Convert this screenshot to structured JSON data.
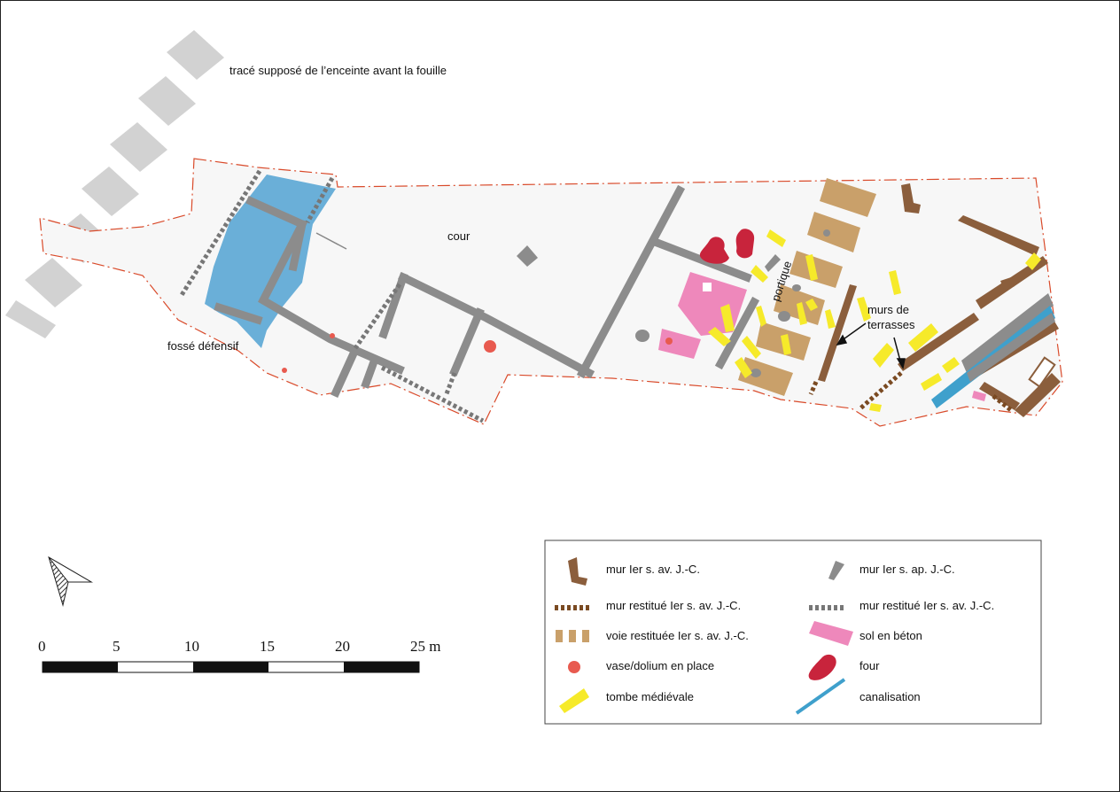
{
  "annotations": {
    "enclosure_trace": "tracé supposé de l’enceinte avant la fouille",
    "court": "cour",
    "ditch": "fossé défensif",
    "portico": "portique",
    "terrace_walls_1": "murs de",
    "terrace_walls_2": "terrasses"
  },
  "legend": {
    "items": [
      {
        "label": "mur Ier s. av. J.-C.",
        "symbol": "wall-1st-bc",
        "color": "#8b5e3c"
      },
      {
        "label": "mur Ier s. ap. J.-C.",
        "symbol": "wall-1st-ad",
        "color": "#8c8c8c"
      },
      {
        "label": "mur restitué Ier s. av. J.-C.",
        "symbol": "restored-wall-brown",
        "color": "#7a4a22"
      },
      {
        "label": "mur restitué Ier s. av. J.-C.",
        "symbol": "restored-wall-grey",
        "color": "#777777"
      },
      {
        "label": "voie restituée Ier s. av. J.-C.",
        "symbol": "restored-road",
        "color": "#c9a06a"
      },
      {
        "label": "sol en béton",
        "symbol": "concrete-floor",
        "color": "#ee88bb"
      },
      {
        "label": "vase/dolium en place",
        "symbol": "vase-dolium",
        "color": "#e85a4f"
      },
      {
        "label": "four",
        "symbol": "oven",
        "color": "#c8243c"
      },
      {
        "label": "tombe médiévale",
        "symbol": "medieval-tomb",
        "color": "#f6ea2a"
      },
      {
        "label": "canalisation",
        "symbol": "pipe",
        "color": "#3fa0cc"
      }
    ]
  },
  "scale_bar": {
    "ticks": [
      "0",
      "5",
      "10",
      "15",
      "20",
      "25 m"
    ]
  },
  "colors": {
    "site_fill": "#f7f7f7",
    "boundary": "#d94a2a",
    "ditch": "#6aafd8",
    "grey_wall": "#8c8c8c",
    "brown_wall": "#8b5e3c",
    "road": "#c9a06a",
    "concrete": "#ee88bb",
    "tomb": "#f6ea2a",
    "oven": "#c8243c",
    "vase": "#e85a4f",
    "pipe": "#3fa0cc",
    "trace_blocks": "#d2d2d2"
  },
  "north_arrow": {
    "symbol": "north-arrow-icon"
  }
}
